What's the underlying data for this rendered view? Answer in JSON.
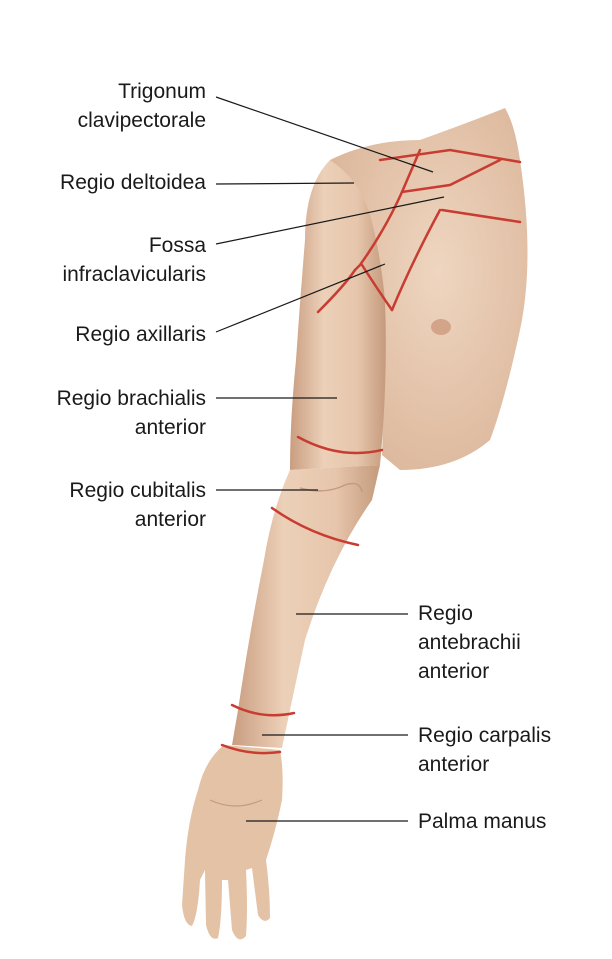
{
  "diagram": {
    "colors": {
      "skin": "#e8c9b0",
      "skin_shadow": "#cfa68b",
      "region_line": "#c83c32",
      "leader_line": "#1a1a1a",
      "text": "#1a1a1a"
    },
    "labels": {
      "trigonum": {
        "line1": "Trigonum",
        "line2": "clavipectorale"
      },
      "deltoidea": {
        "line1": "Regio deltoidea"
      },
      "fossa": {
        "line1": "Fossa",
        "line2": "infraclavicularis"
      },
      "axillaris": {
        "line1": "Regio axillaris"
      },
      "brachialis": {
        "line1": "Regio brachialis",
        "line2": "anterior"
      },
      "cubitalis": {
        "line1": "Regio cubitalis",
        "line2": "anterior"
      },
      "antebrachii": {
        "line1": "Regio",
        "line2": "antebrachii",
        "line3": "anterior"
      },
      "carpalis": {
        "line1": "Regio carpalis",
        "line2": "anterior"
      },
      "palma": {
        "line1": "Palma manus"
      }
    }
  }
}
